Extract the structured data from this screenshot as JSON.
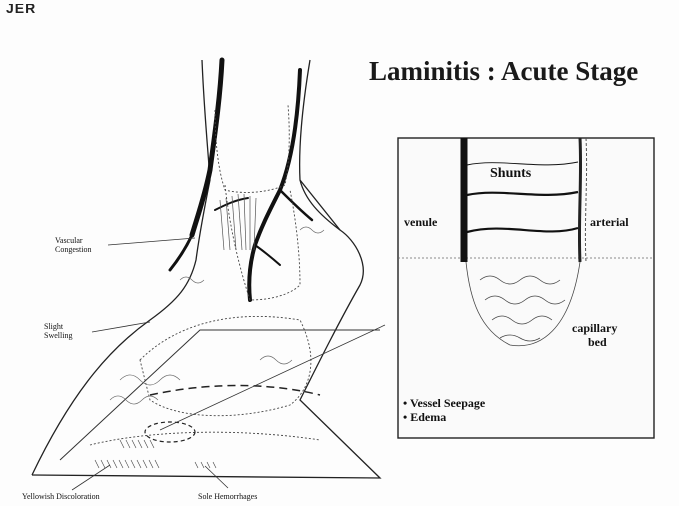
{
  "corner_text": "JER",
  "title": "Laminitis : Acute Stage",
  "hoof_labels": {
    "vascular_congestion": [
      "Vascular",
      "Congestion"
    ],
    "slight_swelling": [
      "Slight",
      "Swelling"
    ],
    "yellowish_discoloration": "Yellowish Discoloration",
    "sole_hemorrhages": "Sole Hemorrhages"
  },
  "inset_labels": {
    "shunts": "Shunts",
    "venule": "venule",
    "arterial": "arterial",
    "capillary_bed": [
      "capillary",
      "bed"
    ]
  },
  "bullets": [
    "• Vessel Seepage",
    "• Edema"
  ]
}
